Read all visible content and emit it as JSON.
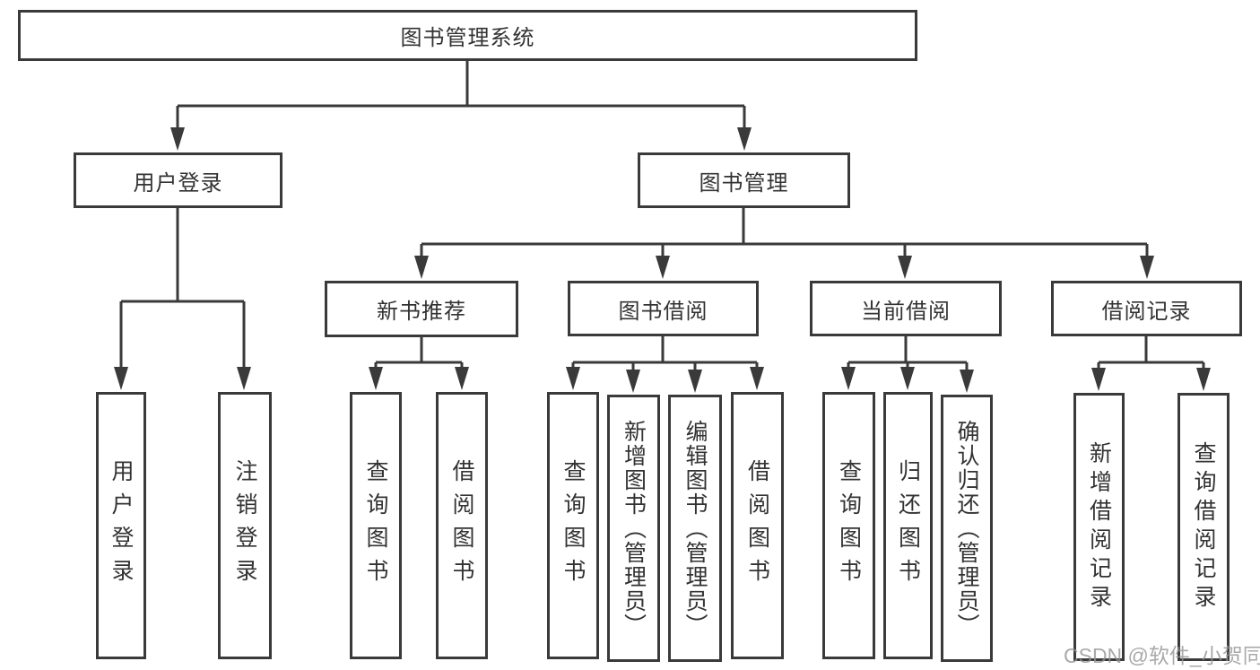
{
  "diagram": {
    "root": {
      "label": "图书管理系统",
      "children": [
        {
          "label": "用户登录",
          "children": [
            {
              "label": "用户登录"
            },
            {
              "label": "注销登录"
            }
          ]
        },
        {
          "label": "图书管理",
          "children": [
            {
              "label": "新书推荐",
              "children": [
                {
                  "label": "查询图书"
                },
                {
                  "label": "借阅图书"
                }
              ]
            },
            {
              "label": "图书借阅",
              "children": [
                {
                  "label": "查询图书"
                },
                {
                  "label": "新增图书（管理员）"
                },
                {
                  "label": "编辑图书（管理员）"
                },
                {
                  "label": "借阅图书"
                }
              ]
            },
            {
              "label": "当前借阅",
              "children": [
                {
                  "label": "查询图书"
                },
                {
                  "label": "归还图书"
                },
                {
                  "label": "确认归还（管理员）"
                }
              ]
            },
            {
              "label": "借阅记录",
              "children": [
                {
                  "label": "新增借阅记录"
                },
                {
                  "label": "查询借阅记录"
                }
              ]
            }
          ]
        }
      ]
    }
  },
  "watermark": {
    "text": "CSDN @软件_小贺同学"
  },
  "colors": {
    "line": "#3a3a3a",
    "text": "#333333",
    "background": "#ffffff",
    "watermark": "#949494"
  }
}
